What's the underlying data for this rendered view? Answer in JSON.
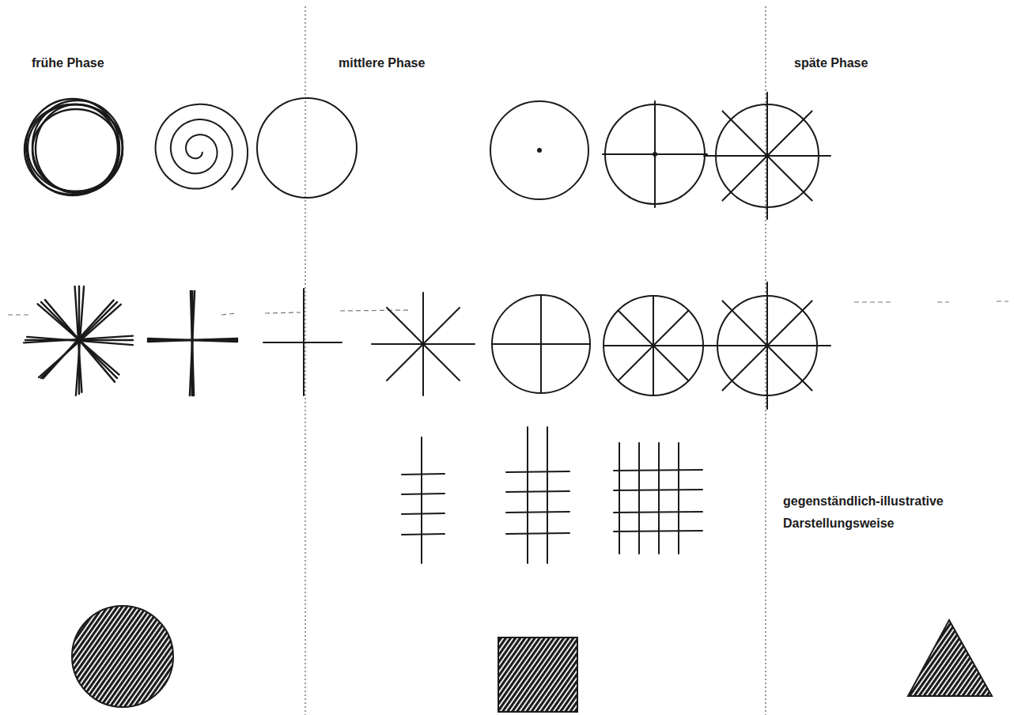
{
  "diagram": {
    "labels": [
      "frühe Phase",
      "mittlere Phase",
      "späte Phase",
      "gegenständlich-illustrative Darstellungsweise"
    ]
  }
}
